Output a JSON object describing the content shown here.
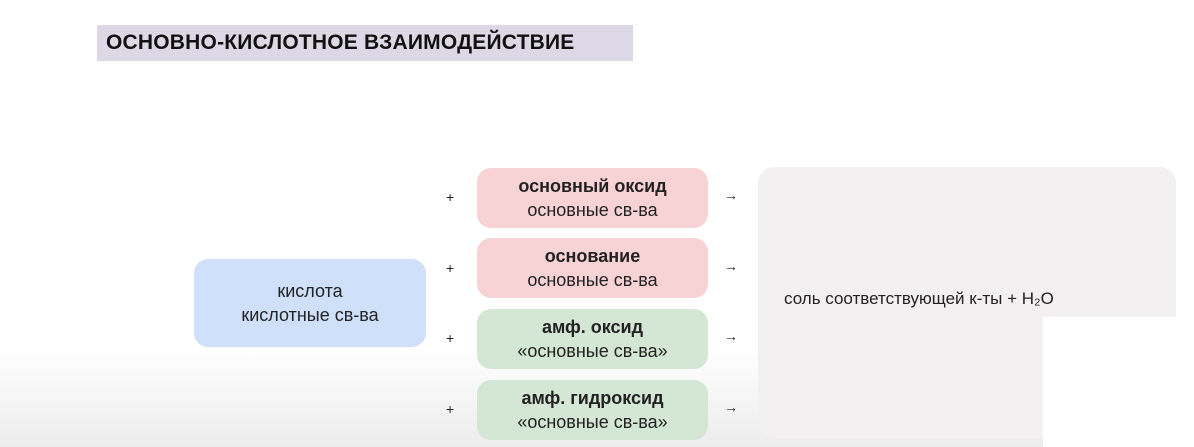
{
  "title": "ОСНОВНО-КИСЛОТНОЕ ВЗАИМОДЕЙСТВИЕ",
  "acid": {
    "line1": "кислота",
    "line2": "кислотные св-ва"
  },
  "plus": "+",
  "arrow": "→",
  "reactants": [
    {
      "name": "основный оксид",
      "props": "основные св-ва",
      "color": "#f8d3d6"
    },
    {
      "name": "основание",
      "props": "основные св-ва",
      "color": "#f8d3d6"
    },
    {
      "name": "амф. оксид",
      "props": "«основные св-ва»",
      "color": "#d4e6d4"
    },
    {
      "name": "амф. гидроксид",
      "props": "«основные св-ва»",
      "color": "#d4e6d4"
    }
  ],
  "result": "соль соответствующей к-ты + H₂O"
}
